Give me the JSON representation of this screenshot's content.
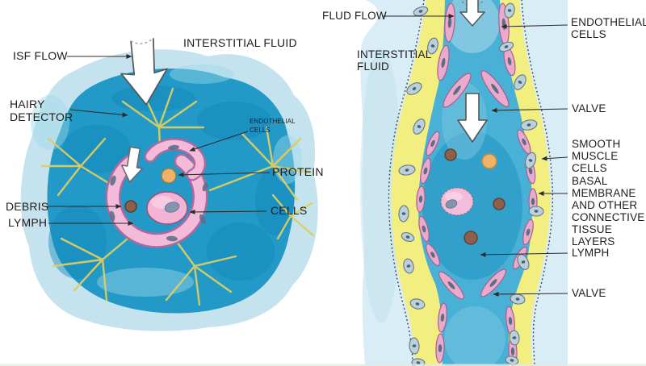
{
  "figure": {
    "type": "medical-illustration",
    "subject": "lymphatic capillary and collecting lymph vessel",
    "panels": {
      "left": {
        "labels": {
          "isf_flow": "ISF FLOW",
          "interstitial_fluid": "INTERSTITIAL FLUID",
          "hairy_detector": "HAIRY\nDETECTOR",
          "endothelial_cells": "ENDOTHELIAL\nCELLS",
          "protein": "PROTEIN",
          "debris": "DEBRIS",
          "lymph": "LYMPH",
          "cells": "CELLS"
        }
      },
      "right": {
        "labels": {
          "flud_flow": "FLUD FLOW",
          "interstitial_fluid": "INTERSTITIAL\nFLUID",
          "endothelial_cells": "ENDOTHELIAL\nCELLS",
          "valve_upper": "VALVE",
          "smooth_muscle_cells": "SMOOTH\nMUSCLE\nCELLS",
          "basal_membrane": "BASAL\nMEMBRANE\nAND OTHER\nCONNECTIVE\nTISSUE LAYERS",
          "lymph": "LYMPH",
          "valve_lower": "VALVE"
        }
      }
    },
    "colors": {
      "interstitial_blue": "#2299c7",
      "light_blue_wash": "#d8edf5",
      "connective_yellow": "#f2ee80",
      "endothelial_pink": "#eca9ce",
      "smooth_muscle_gray": "#bcd0dc",
      "protein_orange": "#efb266",
      "debris_brown": "#8e5f4b",
      "cell_pink": "#f3b3d5",
      "filament_yellow": "#dbcd62",
      "label_text": "#1c1c1c"
    }
  }
}
